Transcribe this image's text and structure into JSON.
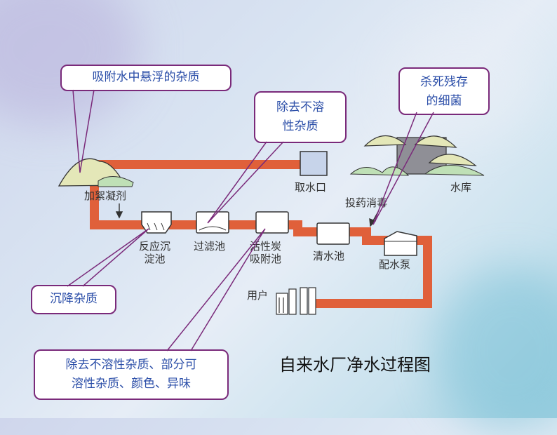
{
  "title": "自来水厂净水过程图",
  "callouts": {
    "adsorb": "吸附水中悬浮的杂质",
    "remove_insoluble": [
      "除去不溶",
      "性杂质"
    ],
    "kill_bacteria": [
      "杀死残存",
      "的细菌"
    ],
    "settle": "沉降杂质",
    "activated_carbon": [
      "除去不溶性杂质、部分可",
      "溶性杂质、颜色、异味"
    ]
  },
  "diagram_labels": {
    "flocculant": "加絮凝剂",
    "water_intake": "取水口",
    "reservoir": "水库",
    "disinfect": "投药消毒",
    "reaction_tank": [
      "反应沉",
      "淀池"
    ],
    "filter_tank": "过滤池",
    "carbon_tank": [
      "活性炭",
      "吸附池"
    ],
    "clear_tank": "清水池",
    "pump": "配水泵",
    "user": "用户"
  },
  "colors": {
    "pipe": "#e0603a",
    "callout_border": "#7a2a7a",
    "callout_text": "#2b4ea8"
  }
}
